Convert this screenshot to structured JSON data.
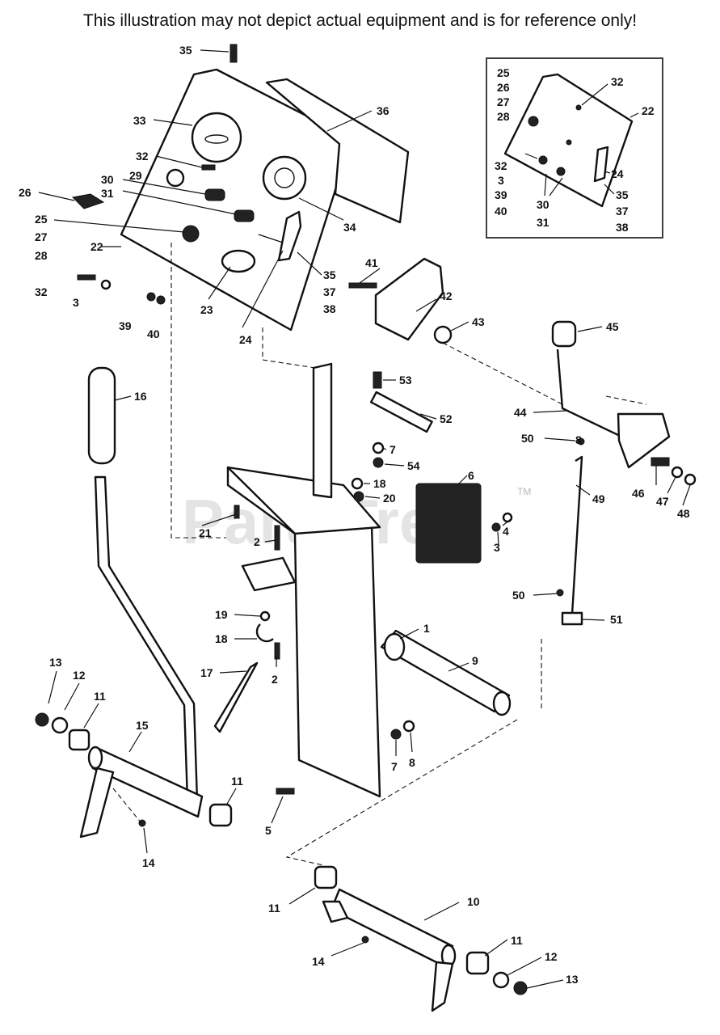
{
  "disclaimer": "This illustration may not depict actual equipment and is for reference only!",
  "watermark": {
    "text": "PartsTree",
    "tm": "TM"
  },
  "labels": {
    "l35_top": "35",
    "l36": "36",
    "l33": "33",
    "l32a": "32",
    "l30a": "30",
    "l29": "29",
    "l31a": "31",
    "l26a": "26",
    "l25a": "25",
    "l27a": "27",
    "l28a": "28",
    "l22a": "22",
    "l34": "34",
    "l32b": "32",
    "l3a": "3",
    "l39a": "39",
    "l40a": "40",
    "l23": "23",
    "l24a": "24",
    "l35b": "35",
    "l37a": "37",
    "l38a": "38",
    "l41": "41",
    "l42": "42",
    "l43": "43",
    "l45": "45",
    "l44": "44",
    "l16": "16",
    "l53": "53",
    "l52": "52",
    "l7a": "7",
    "l54": "54",
    "l6": "6",
    "l50a": "50",
    "l8a": "8",
    "l18a": "18",
    "l20": "20",
    "l4": "4",
    "l3b": "3",
    "l21": "21",
    "l2a": "2",
    "l46": "46",
    "l47": "47",
    "l48": "48",
    "l49": "49",
    "l19": "19",
    "l18b": "18",
    "l50b": "50",
    "l51": "51",
    "l1": "1",
    "l9": "9",
    "l17": "17",
    "l2b": "2",
    "l13a": "13",
    "l12a": "12",
    "l11a": "11",
    "l15": "15",
    "l11b": "11",
    "l7b": "7",
    "l8b": "8",
    "l14a": "14",
    "l5": "5",
    "l11c": "11",
    "l10": "10",
    "l14b": "14",
    "l11d": "11",
    "l12b": "12",
    "l13b": "13"
  },
  "inset": {
    "l25": "25",
    "l26": "26",
    "l27": "27",
    "l28": "28",
    "l32a": "32",
    "l22": "22",
    "l32b": "32",
    "l3": "3",
    "l39": "39",
    "l40": "40",
    "l24": "24",
    "l35": "35",
    "l30": "30",
    "l31": "31",
    "l37": "37",
    "l38": "38"
  }
}
